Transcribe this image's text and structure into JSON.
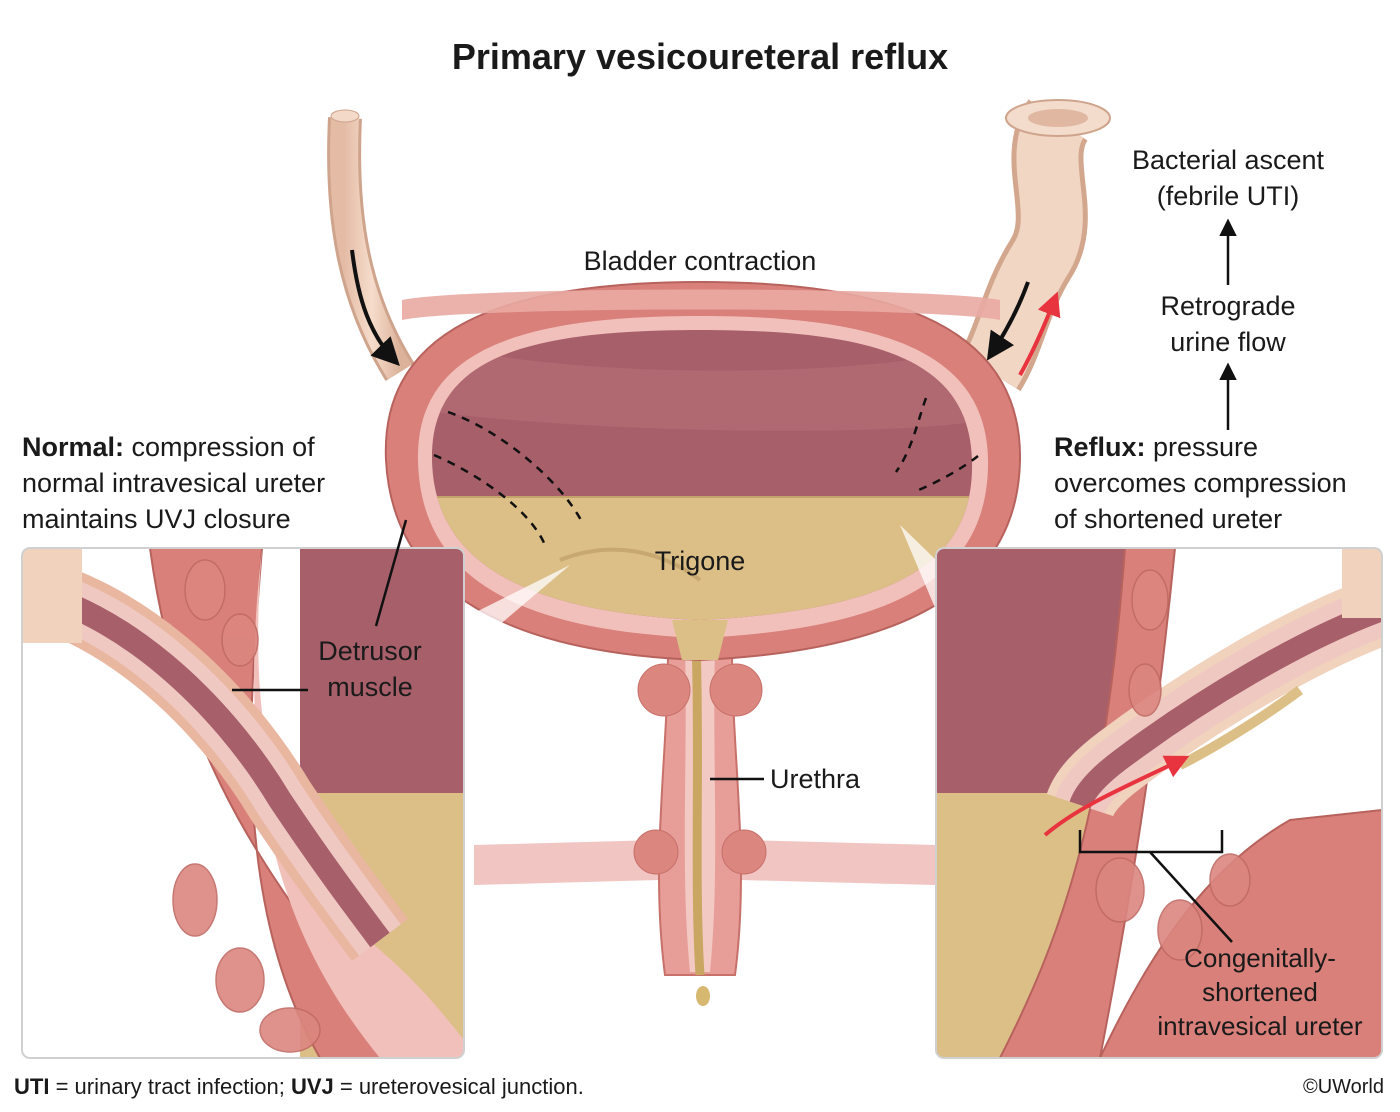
{
  "title": "Primary vesicoureteral reflux",
  "labels": {
    "bladder_contraction": "Bladder contraction",
    "bacterial_ascent": [
      "Bacterial ascent",
      "(febrile UTI)"
    ],
    "retrograde_flow": [
      "Retrograde",
      "urine flow"
    ],
    "normal_heading": "Normal:",
    "normal_rest": " compression of",
    "normal_lines": [
      "normal intravesical ureter",
      "maintains UVJ closure"
    ],
    "reflux_heading": "Reflux:",
    "reflux_rest": " pressure",
    "reflux_lines": [
      "overcomes compression",
      "of shortened ureter"
    ],
    "trigone": "Trigone",
    "detrusor": [
      "Detrusor",
      "muscle"
    ],
    "urethra": "Urethra",
    "congenital": [
      "Congenitally-",
      "shortened",
      "intravesical ureter"
    ]
  },
  "footer": {
    "uti_abbr": "UTI",
    "uti_def": " = urinary tract infection; ",
    "uvj_abbr": "UVJ",
    "uvj_def": " = ureterovesical junction."
  },
  "copyright": "©UWorld",
  "colors": {
    "muscle": "#d9807a",
    "mucosa": "#eeb7b3",
    "lumen": "#a75f6a",
    "urine": "#dcbf86",
    "ureter": "#f0d2bd",
    "reflux_arrow": "#e8343f"
  }
}
